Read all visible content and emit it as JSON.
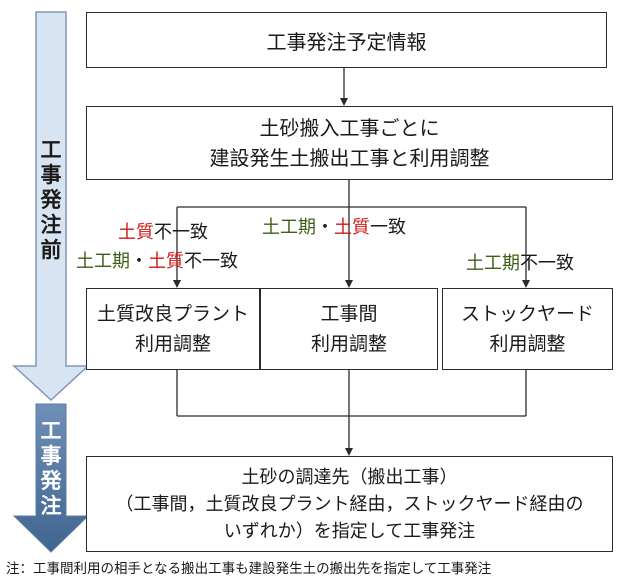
{
  "phases": {
    "before": "工事発注前",
    "order": "工事発注"
  },
  "boxes": {
    "info": "工事発注予定情報",
    "adjust_line1": "土砂搬入工事ごとに",
    "adjust_line2": "建設発生土搬出工事と利用調整",
    "plant_line1": "土質改良プラント",
    "plant_line2": "利用調整",
    "inter_line1": "工事間",
    "inter_line2": "利用調整",
    "stock_line1": "ストックヤード",
    "stock_line2": "利用調整",
    "dest_line1": "土砂の調達先（搬出工事）",
    "dest_line2": "（工事間，土質改良プラント経由，ストックヤード経由の",
    "dest_line3": "いずれか）を指定して工事発注"
  },
  "conditions": {
    "c1": [
      "土質",
      "不一致"
    ],
    "c2": [
      "土工期",
      "・",
      "土質",
      "不一致"
    ],
    "c3": [
      "土工期",
      "・",
      "土質",
      "一致"
    ],
    "c4": [
      "土工期",
      "不一致"
    ]
  },
  "note": "注：工事間利用の相手となる搬出工事も建設発生土の搬出先を指定して工事発注",
  "colors": {
    "red": "#d11919",
    "green": "#3f5f17",
    "arrow_light": "#d9e4f2",
    "arrow_dark": "#5b7ea6"
  }
}
